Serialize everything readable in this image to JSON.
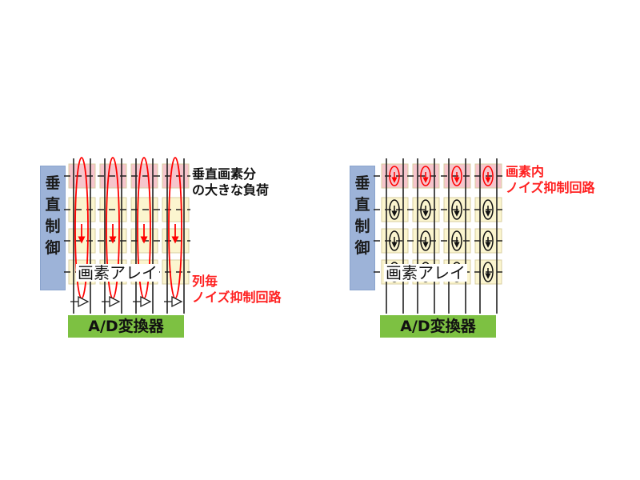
{
  "left": {
    "vertical_control": [
      "垂",
      "直",
      "制",
      "御"
    ],
    "array_label": "画素アレイ",
    "adc_label": "A/D変換器",
    "note_load": [
      "垂直画素分",
      "の大きな負荷"
    ],
    "note_circuit": [
      "列毎",
      "ノイズ抑制回路"
    ]
  },
  "right": {
    "vertical_control": [
      "垂",
      "直",
      "制",
      "御"
    ],
    "array_label": "画素アレイ",
    "adc_label": "A/D変換器",
    "note_circuit": [
      "画素内",
      "ノイズ抑制回路"
    ]
  },
  "colors": {
    "control_blue": "#9db3d8",
    "adc_green": "#7dc142",
    "pixel_top_pink": "#f6c5cc",
    "pixel_yellow": "#fbf5cf",
    "loop_red": "#ff0000",
    "note_red": "#ff2020"
  }
}
